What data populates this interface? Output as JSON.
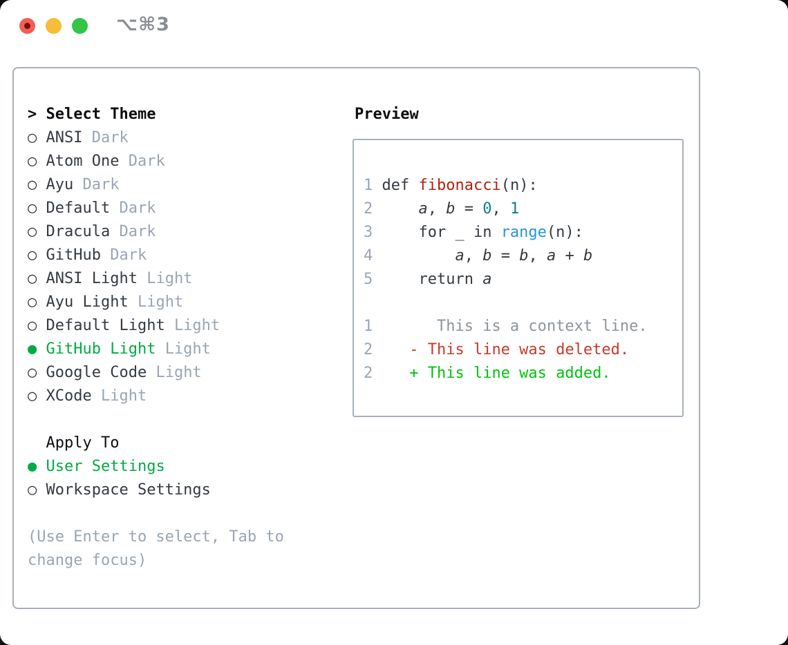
{
  "titlebar": {
    "shortcut": "⌥⌘3",
    "traffic_lights": [
      "close",
      "minimize",
      "zoom"
    ]
  },
  "colors": {
    "selection_green": "#00ab45",
    "diff_added_green": "#00c30d",
    "diff_deleted_red": "#c63a28",
    "function_red": "#b2200f",
    "builtin_blue": "#2097dd",
    "number_teal": "#0c7f87",
    "muted_gray": "#9aa5b3",
    "text_dark": "#343a42",
    "traffic_red": "#f05f56",
    "traffic_yellow": "#f7bd3a",
    "traffic_green": "#32c546"
  },
  "left": {
    "header_label": "Select Theme",
    "selected_theme": "GitHub Light",
    "apply_to_selected": "User Settings",
    "lines": [
      {
        "name": "select-theme-header",
        "interactable": false,
        "segs": [
          {
            "t": "> ",
            "c": "header",
            "n": "focus-cursor"
          },
          {
            "t": "Select Theme",
            "c": "header"
          }
        ]
      },
      {
        "name": "theme-option-ansi-dark",
        "interactable": true,
        "segs": [
          {
            "t": "○ ",
            "c": "fg",
            "n": "radio-icon"
          },
          {
            "t": "ANSI ",
            "c": "fg"
          },
          {
            "t": "Dark",
            "c": "muted"
          }
        ]
      },
      {
        "name": "theme-option-atom-one-dark",
        "interactable": true,
        "segs": [
          {
            "t": "○ ",
            "c": "fg",
            "n": "radio-icon"
          },
          {
            "t": "Atom One ",
            "c": "fg"
          },
          {
            "t": "Dark",
            "c": "muted"
          }
        ]
      },
      {
        "name": "theme-option-ayu-dark",
        "interactable": true,
        "segs": [
          {
            "t": "○ ",
            "c": "fg",
            "n": "radio-icon"
          },
          {
            "t": "Ayu ",
            "c": "fg"
          },
          {
            "t": "Dark",
            "c": "muted"
          }
        ]
      },
      {
        "name": "theme-option-default-dark",
        "interactable": true,
        "segs": [
          {
            "t": "○ ",
            "c": "fg",
            "n": "radio-icon"
          },
          {
            "t": "Default ",
            "c": "fg"
          },
          {
            "t": "Dark",
            "c": "muted"
          }
        ]
      },
      {
        "name": "theme-option-dracula-dark",
        "interactable": true,
        "segs": [
          {
            "t": "○ ",
            "c": "fg",
            "n": "radio-icon"
          },
          {
            "t": "Dracula ",
            "c": "fg"
          },
          {
            "t": "Dark",
            "c": "muted"
          }
        ]
      },
      {
        "name": "theme-option-github-dark",
        "interactable": true,
        "segs": [
          {
            "t": "○ ",
            "c": "fg",
            "n": "radio-icon"
          },
          {
            "t": "GitHub ",
            "c": "fg"
          },
          {
            "t": "Dark",
            "c": "muted"
          }
        ]
      },
      {
        "name": "theme-option-ansi-light",
        "interactable": true,
        "segs": [
          {
            "t": "○ ",
            "c": "fg",
            "n": "radio-icon"
          },
          {
            "t": "ANSI Light ",
            "c": "fg"
          },
          {
            "t": "Light",
            "c": "muted"
          }
        ]
      },
      {
        "name": "theme-option-ayu-light",
        "interactable": true,
        "segs": [
          {
            "t": "○ ",
            "c": "fg",
            "n": "radio-icon"
          },
          {
            "t": "Ayu Light ",
            "c": "fg"
          },
          {
            "t": "Light",
            "c": "muted"
          }
        ]
      },
      {
        "name": "theme-option-default-light",
        "interactable": true,
        "segs": [
          {
            "t": "○ ",
            "c": "fg",
            "n": "radio-icon"
          },
          {
            "t": "Default Light ",
            "c": "fg"
          },
          {
            "t": "Light",
            "c": "muted"
          }
        ]
      },
      {
        "name": "theme-option-github-light",
        "interactable": true,
        "segs": [
          {
            "t": "● ",
            "c": "green",
            "n": "radio-selected-icon"
          },
          {
            "t": "GitHub Light ",
            "c": "green"
          },
          {
            "t": "Light",
            "c": "muted"
          }
        ]
      },
      {
        "name": "theme-option-google-code-light",
        "interactable": true,
        "segs": [
          {
            "t": "○ ",
            "c": "fg",
            "n": "radio-icon"
          },
          {
            "t": "Google Code ",
            "c": "fg"
          },
          {
            "t": "Light",
            "c": "muted"
          }
        ]
      },
      {
        "name": "theme-option-xcode-light",
        "interactable": true,
        "segs": [
          {
            "t": "○ ",
            "c": "fg",
            "n": "radio-icon"
          },
          {
            "t": "XCode ",
            "c": "fg"
          },
          {
            "t": "Light",
            "c": "muted"
          }
        ]
      },
      {
        "name": "spacer",
        "interactable": false,
        "segs": []
      },
      {
        "name": "apply-to-label",
        "interactable": false,
        "segs": [
          {
            "t": "  Apply To",
            "c": "label"
          }
        ]
      },
      {
        "name": "apply-option-user-settings",
        "interactable": true,
        "segs": [
          {
            "t": "● ",
            "c": "green",
            "n": "radio-selected-icon"
          },
          {
            "t": "User Settings",
            "c": "green"
          }
        ]
      },
      {
        "name": "apply-option-workspace-settings",
        "interactable": true,
        "segs": [
          {
            "t": "○ ",
            "c": "fg",
            "n": "radio-icon"
          },
          {
            "t": "Workspace Settings",
            "c": "fg"
          }
        ]
      },
      {
        "name": "spacer",
        "interactable": false,
        "segs": []
      },
      {
        "name": "hint-line",
        "interactable": false,
        "segs": [
          {
            "t": "(Use Enter to select, Tab to",
            "c": "hint"
          }
        ]
      },
      {
        "name": "hint-line",
        "interactable": false,
        "segs": [
          {
            "t": "change focus)",
            "c": "hint"
          }
        ]
      }
    ]
  },
  "preview": {
    "title": "Preview",
    "lines": [
      {
        "name": "blank-line",
        "interactable": false,
        "segs": []
      },
      {
        "name": "code-line-1",
        "interactable": false,
        "segs": [
          {
            "t": "1 ",
            "c": "num",
            "n": "line-number"
          },
          {
            "t": "def ",
            "c": "fg"
          },
          {
            "t": "fibonacci",
            "c": "func"
          },
          {
            "t": "(n):",
            "c": "fg"
          }
        ]
      },
      {
        "name": "code-line-2",
        "interactable": false,
        "segs": [
          {
            "t": "2 ",
            "c": "num",
            "n": "line-number"
          },
          {
            "t": "    ",
            "c": "fg"
          },
          {
            "t": "a",
            "c": "var"
          },
          {
            "t": ", ",
            "c": "fg"
          },
          {
            "t": "b",
            "c": "var"
          },
          {
            "t": " = ",
            "c": "fg"
          },
          {
            "t": "0",
            "c": "numlit"
          },
          {
            "t": ", ",
            "c": "fg"
          },
          {
            "t": "1",
            "c": "numlit"
          }
        ]
      },
      {
        "name": "code-line-3",
        "interactable": false,
        "segs": [
          {
            "t": "3 ",
            "c": "num",
            "n": "line-number"
          },
          {
            "t": "    for _ in ",
            "c": "fg"
          },
          {
            "t": "range",
            "c": "builtin"
          },
          {
            "t": "(n):",
            "c": "fg"
          }
        ]
      },
      {
        "name": "code-line-4",
        "interactable": false,
        "segs": [
          {
            "t": "4 ",
            "c": "num",
            "n": "line-number"
          },
          {
            "t": "        ",
            "c": "fg"
          },
          {
            "t": "a",
            "c": "var"
          },
          {
            "t": ", ",
            "c": "fg"
          },
          {
            "t": "b",
            "c": "var"
          },
          {
            "t": " = ",
            "c": "fg"
          },
          {
            "t": "b",
            "c": "var"
          },
          {
            "t": ", ",
            "c": "fg"
          },
          {
            "t": "a",
            "c": "var"
          },
          {
            "t": " + ",
            "c": "fg"
          },
          {
            "t": "b",
            "c": "var"
          }
        ]
      },
      {
        "name": "code-line-5",
        "interactable": false,
        "segs": [
          {
            "t": "5 ",
            "c": "num",
            "n": "line-number"
          },
          {
            "t": "    return ",
            "c": "fg"
          },
          {
            "t": "a",
            "c": "var"
          }
        ]
      },
      {
        "name": "blank-line",
        "interactable": false,
        "segs": []
      },
      {
        "name": "diff-context-line",
        "interactable": false,
        "segs": [
          {
            "t": "1",
            "c": "num",
            "n": "line-number"
          },
          {
            "t": "       ",
            "c": "fg"
          },
          {
            "t": "This is a context line.",
            "c": "ctx"
          }
        ]
      },
      {
        "name": "diff-deleted-line",
        "interactable": false,
        "segs": [
          {
            "t": "2",
            "c": "num",
            "n": "line-number"
          },
          {
            "t": "    ",
            "c": "fg"
          },
          {
            "t": "- This line was deleted.",
            "c": "del"
          }
        ]
      },
      {
        "name": "diff-added-line",
        "interactable": false,
        "segs": [
          {
            "t": "2",
            "c": "num",
            "n": "line-number"
          },
          {
            "t": "    ",
            "c": "fg"
          },
          {
            "t": "+ This line was added.",
            "c": "add"
          }
        ]
      }
    ]
  }
}
